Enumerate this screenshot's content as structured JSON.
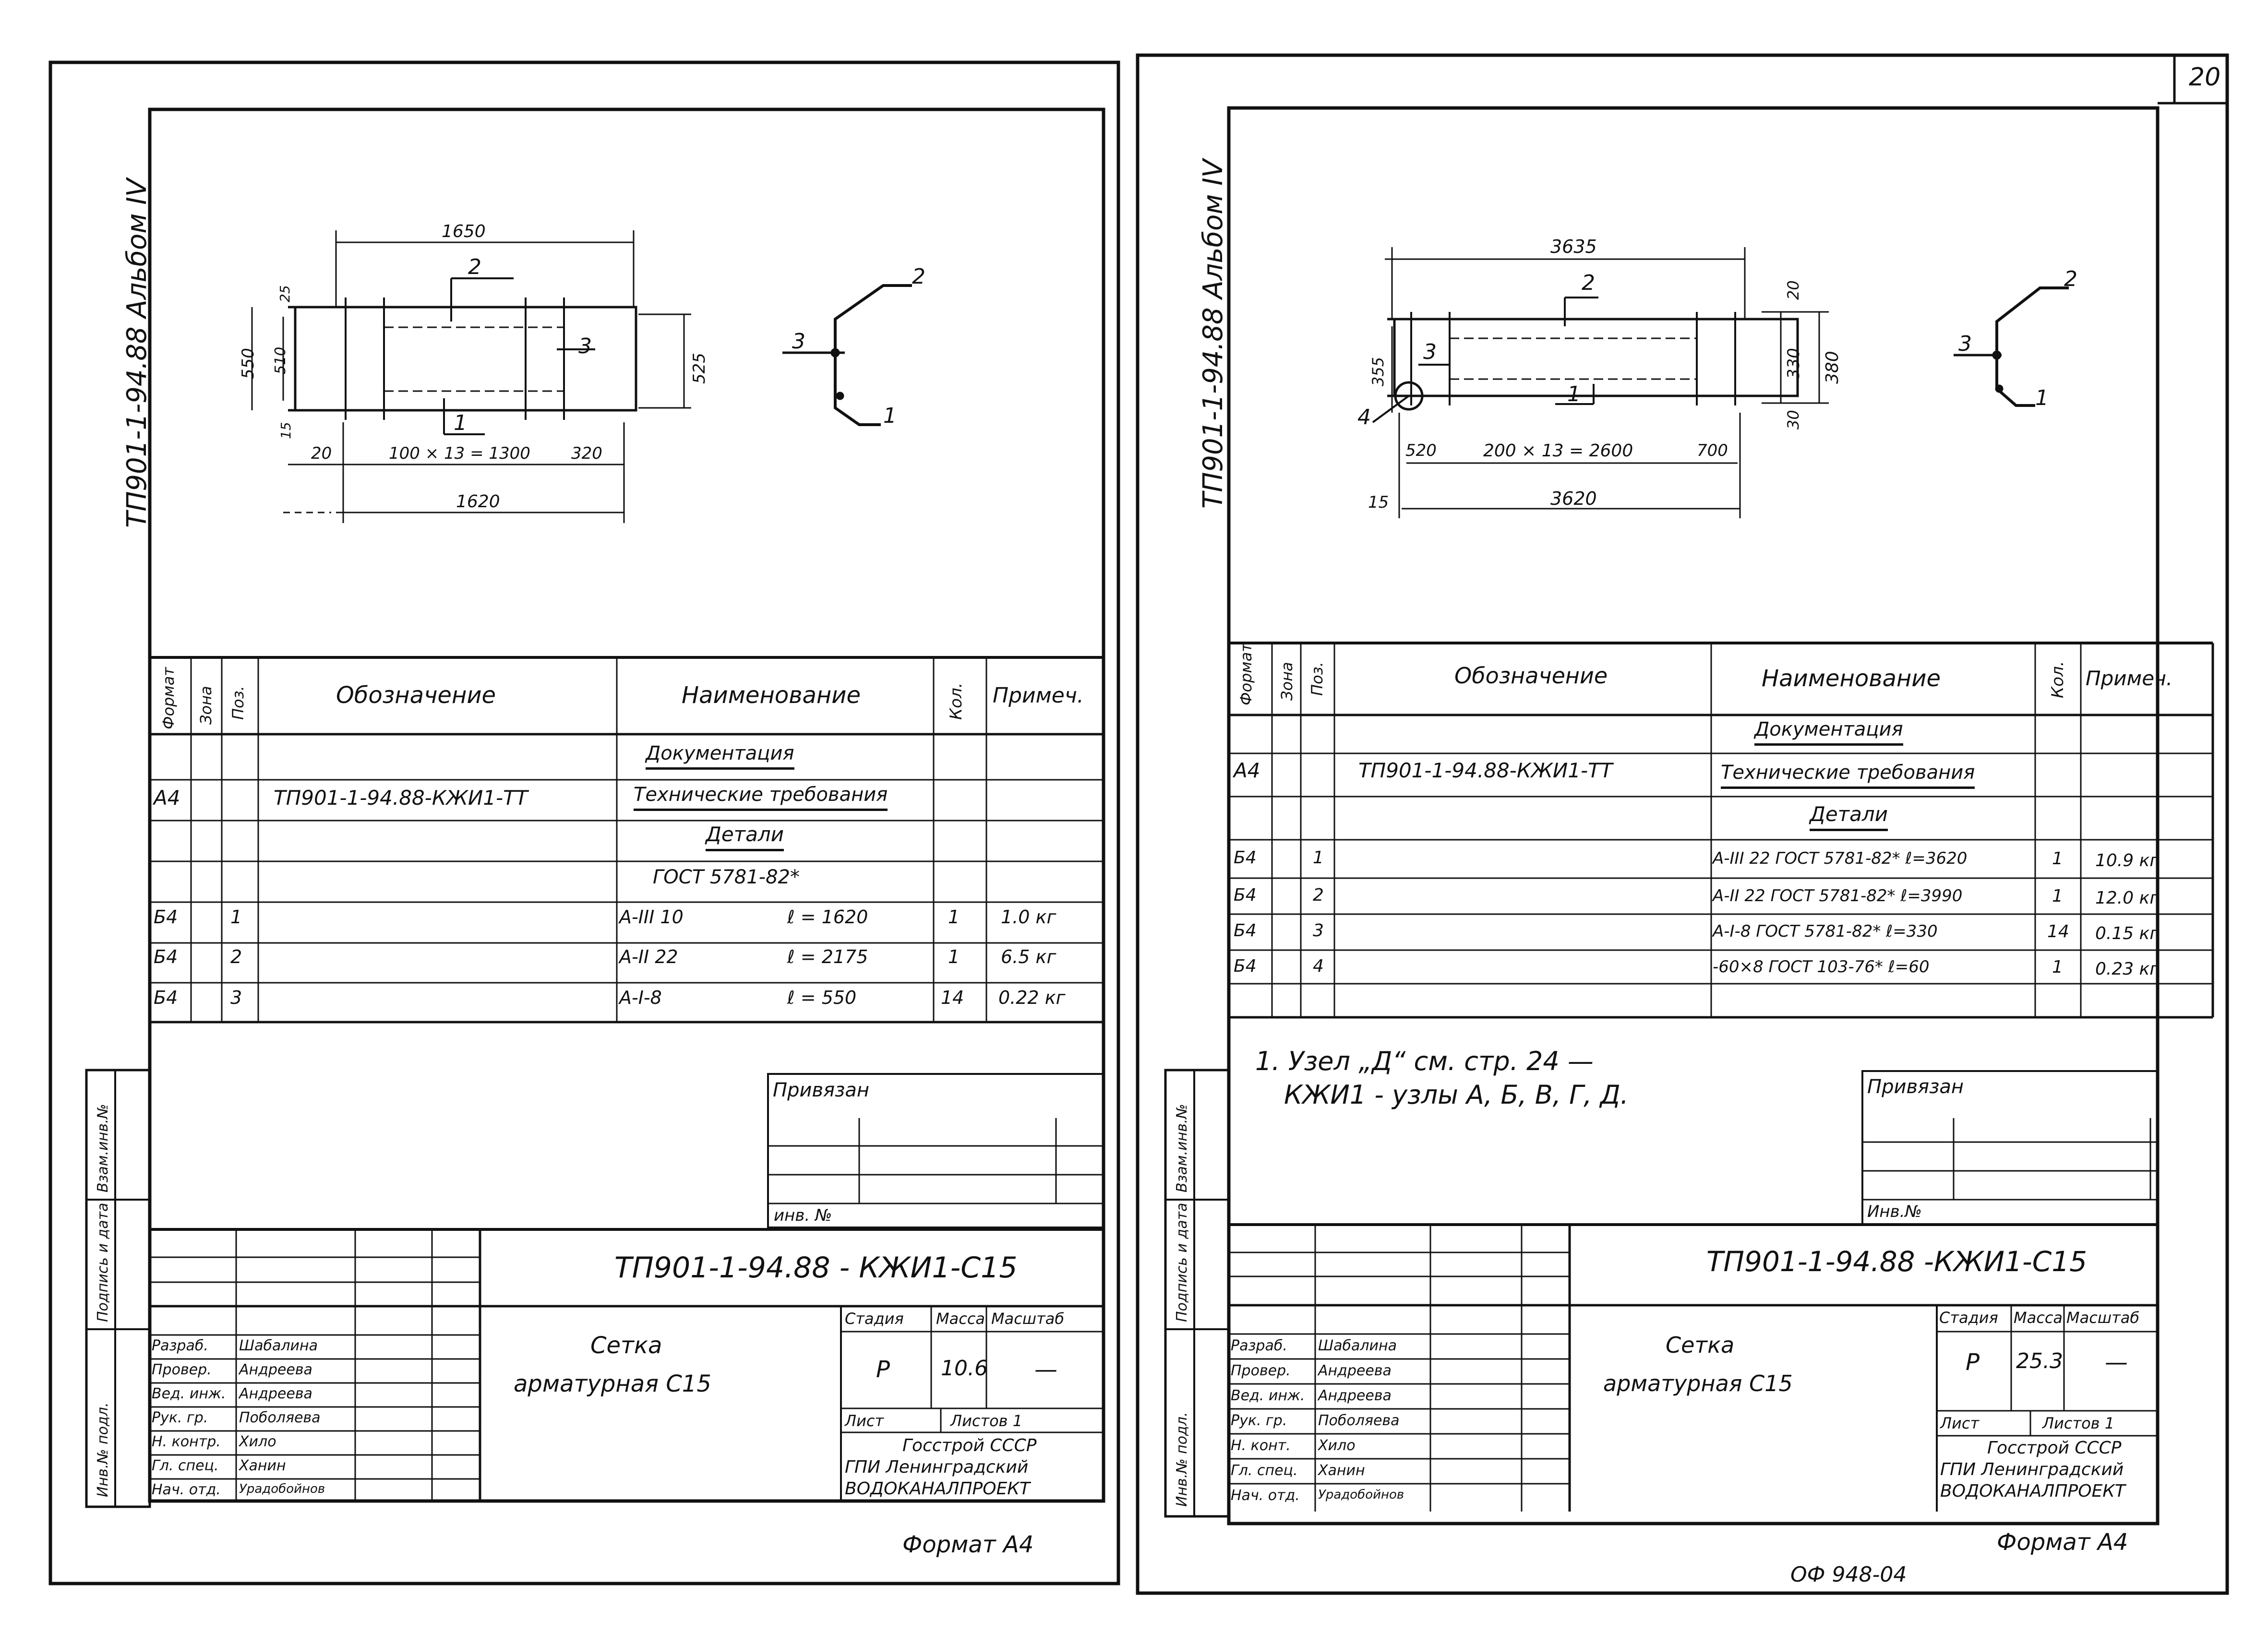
{
  "left": {
    "album_code": "ТП901-1-94.88 Альбом IV",
    "dims": {
      "top": "1650",
      "bottom": "1620",
      "spacing": "100 × 13 = 1300",
      "left_off": "20",
      "right_off": "320",
      "h_total": "550",
      "h_inner": "510",
      "h_right": "525",
      "t25": "25",
      "b15": "15"
    },
    "callouts": [
      "1",
      "2",
      "3"
    ],
    "spec": {
      "headers": [
        "Формат",
        "Зона",
        "Поз.",
        "Обозначение",
        "Наименование",
        "Кол.",
        "Примеч."
      ],
      "documentation": "Документация",
      "row_doc_format": "А4",
      "row_doc_designation": "ТП901-1-94.88-КЖИ1-ТТ",
      "row_doc_name": "Технические требования",
      "details": "Детали",
      "gost": "ГОСТ 5781-82*",
      "rows": [
        {
          "fmt": "Б4",
          "pos": "1",
          "name": "А-III 10",
          "len": "ℓ = 1620",
          "qty": "1",
          "note": "1.0 кг"
        },
        {
          "fmt": "Б4",
          "pos": "2",
          "name": "А-II 22",
          "len": "ℓ = 2175",
          "qty": "1",
          "note": "6.5 кг"
        },
        {
          "fmt": "Б4",
          "pos": "3",
          "name": "А-I-8",
          "len": "ℓ = 550",
          "qty": "14",
          "note": "0.22 кг"
        }
      ]
    },
    "side_labels": [
      "Инв.№ подл.",
      "Подпись и дата",
      "Взам.инв.№"
    ],
    "privyazan": "Привязан",
    "inv_no": "инв. №",
    "title": {
      "code": "ТП901-1-94.88 - КЖИ1-С15",
      "name1": "Сетка",
      "name2": "арматурная С15",
      "stage_h": "Стадия",
      "mass_h": "Масса",
      "scale_h": "Масштаб",
      "stage": "Р",
      "mass": "10.6",
      "scale": "—",
      "sheet": "Лист",
      "sheets": "Листов 1",
      "org1": "Госстрой СССР",
      "org2": "ГПИ Ленинградский",
      "org3": "ВОДОКАНАЛПРОЕКТ",
      "roles": [
        "Разраб.",
        "Провер.",
        "Вед. инж.",
        "Рук. гр.",
        "Н. контр.",
        "Гл. спец.",
        "Нач. отд."
      ],
      "names": [
        "Шабалина",
        "Андреева",
        "Андреева",
        "Поболяева",
        "Хило",
        "Ханин",
        "Урадобойнов"
      ]
    },
    "format": "Формат А4"
  },
  "right": {
    "page_no": "20",
    "album_code": "ТП901-1-94.88 Альбом IV",
    "dims": {
      "top": "3635",
      "bottom": "3620",
      "spacing": "200 × 13 = 2600",
      "left_off": "520",
      "right_off": "700",
      "h_total": "380",
      "h_inner": "330",
      "h_left": "355",
      "t20": "20",
      "b30": "30",
      "b15": "15"
    },
    "callouts": [
      "1",
      "2",
      "3",
      "4"
    ],
    "spec": {
      "headers": [
        "Формат",
        "Зона",
        "Поз.",
        "Обозначение",
        "Наименование",
        "Кол.",
        "Примеч."
      ],
      "documentation": "Документация",
      "row_doc_format": "А4",
      "row_doc_designation": "ТП901-1-94.88-КЖИ1-ТТ",
      "row_doc_name": "Технические требования",
      "details": "Детали",
      "rows": [
        {
          "fmt": "Б4",
          "pos": "1",
          "name": "А-III 22 ГОСТ 5781-82* ℓ=3620",
          "qty": "1",
          "note": "10.9 кг"
        },
        {
          "fmt": "Б4",
          "pos": "2",
          "name": "А-II 22 ГОСТ 5781-82* ℓ=3990",
          "qty": "1",
          "note": "12.0 кг"
        },
        {
          "fmt": "Б4",
          "pos": "3",
          "name": "А-I-8 ГОСТ 5781-82* ℓ=330",
          "qty": "14",
          "note": "0.15 кг"
        },
        {
          "fmt": "Б4",
          "pos": "4",
          "name": "-60×8 ГОСТ 103-76* ℓ=60",
          "qty": "1",
          "note": "0.23 кг"
        }
      ]
    },
    "note1": "1. Узел „Д“ см. стр. 24 —",
    "note2": "КЖИ1 - узлы А, Б, В, Г, Д.",
    "side_labels": [
      "Инв.№ подл.",
      "Подпись и дата",
      "Взам.инв.№"
    ],
    "privyazan": "Привязан",
    "inv_no": "Инв.№",
    "title": {
      "code": "ТП901-1-94.88 -КЖИ1-С15",
      "name1": "Сетка",
      "name2": "арматурная С15",
      "stage_h": "Стадия",
      "mass_h": "Масса",
      "scale_h": "Масштаб",
      "stage": "Р",
      "mass": "25.3",
      "scale": "—",
      "sheet": "Лист",
      "sheets": "Листов 1",
      "org1": "Госстрой СССР",
      "org2": "ГПИ Ленинградский",
      "org3": "ВОДОКАНАЛПРОЕКТ",
      "roles": [
        "Разраб.",
        "Провер.",
        "Вед. инж.",
        "Рук. гр.",
        "Н. конт.",
        "Гл. спец.",
        "Нач. отд."
      ],
      "names": [
        "Шабалина",
        "Андреева",
        "Андреева",
        "Поболяева",
        "Хило",
        "Ханин",
        "Урадобойнов"
      ]
    },
    "format": "Формат А4",
    "stamp": "ОФ 948-04"
  }
}
